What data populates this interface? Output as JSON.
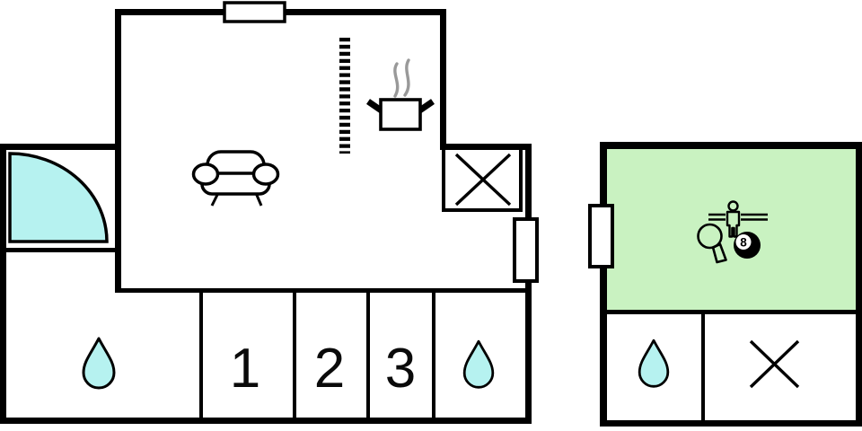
{
  "colors": {
    "wall": "#000000",
    "water": "#b6f2f0",
    "activity_green": "#c9f2c1",
    "steam": "#999999"
  },
  "floorplan": {
    "main_building": {
      "bedrooms": [
        {
          "label": "1"
        },
        {
          "label": "2"
        },
        {
          "label": "3"
        }
      ],
      "icons": [
        "window-icon",
        "entrance-door-swing-icon",
        "sofa-icon",
        "cooking-pot-icon",
        "steam-icon",
        "room-divider-dashed-icon",
        "crossed-box-icon",
        "door-icon",
        "water-drop-icon",
        "water-drop-icon"
      ]
    },
    "annex": {
      "eight_ball_label": "8",
      "icons": [
        "door-icon",
        "foosball-player-icon",
        "table-tennis-paddle-icon",
        "billiard-eight-ball-icon",
        "water-drop-icon",
        "crossed-lines-icon"
      ]
    }
  }
}
